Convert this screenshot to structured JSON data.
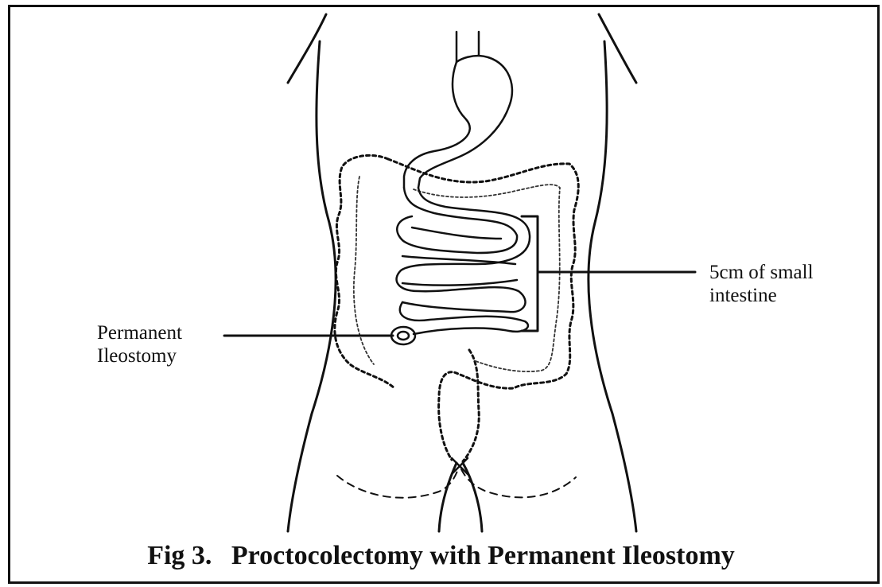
{
  "labels": {
    "ileostomy": [
      "Permanent",
      "Ileostomy"
    ],
    "small_intestine": [
      "5cm of small",
      "intestine"
    ]
  },
  "caption": {
    "number": "Fig 3.",
    "title": "Proctocolectomy with Permanent Ileostomy"
  },
  "colors": {
    "ink": "#111111",
    "background": "#ffffff"
  }
}
